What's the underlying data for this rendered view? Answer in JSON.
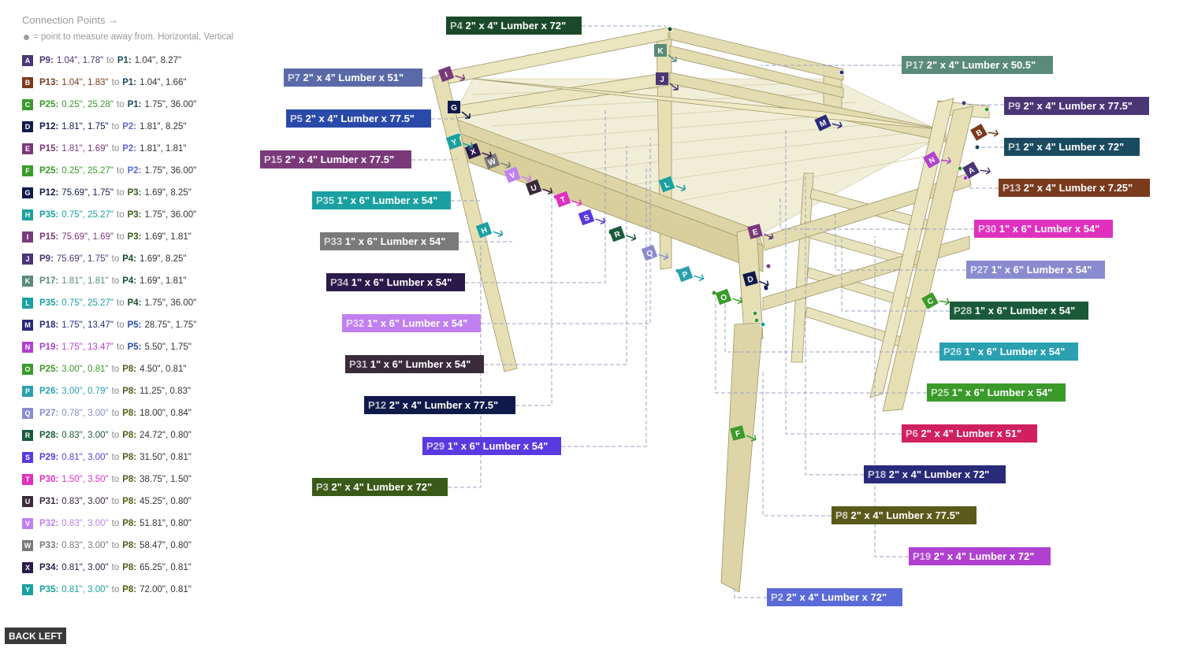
{
  "header": {
    "title": "Connection Points →",
    "legend_note": "= point to measure away from. Horizontal, Vertical"
  },
  "connections": [
    {
      "letter": "A",
      "color": "#4a3575",
      "from": "P9",
      "from_color": "#4a3575",
      "from_pos": "1.04\", 1.78\"",
      "to": "P1",
      "to_color": "#1a4a5f",
      "to_pos": "1.04\", 8.27\""
    },
    {
      "letter": "B",
      "color": "#7a3a1e",
      "from": "P13",
      "from_color": "#7a3a1e",
      "from_pos": "1.04\", 1.83\"",
      "to": "P1",
      "to_color": "#1a4a5f",
      "to_pos": "1.04\", 1.66\""
    },
    {
      "letter": "C",
      "color": "#3a9a2a",
      "from": "P25",
      "from_color": "#3a9a2a",
      "from_pos": "0.25\", 25.28\"",
      "to": "P1",
      "to_color": "#1a4a5f",
      "to_pos": "1.75\", 36.00\""
    },
    {
      "letter": "D",
      "color": "#101a4a",
      "from": "P12",
      "from_color": "#101a4a",
      "from_pos": "1.81\", 1.75\"",
      "to": "P2",
      "to_color": "#5a6ad8",
      "to_pos": "1.81\", 8.25\""
    },
    {
      "letter": "E",
      "color": "#7a3a7a",
      "from": "P15",
      "from_color": "#7a3a7a",
      "from_pos": "1.81\", 1.69\"",
      "to": "P2",
      "to_color": "#5a6ad8",
      "to_pos": "1.81\", 1.81\""
    },
    {
      "letter": "F",
      "color": "#3a9a2a",
      "from": "P25",
      "from_color": "#3a9a2a",
      "from_pos": "0.25\", 25.27\"",
      "to": "P2",
      "to_color": "#5a6ad8",
      "to_pos": "1.75\", 36.00\""
    },
    {
      "letter": "G",
      "color": "#101a4a",
      "from": "P12",
      "from_color": "#101a4a",
      "from_pos": "75.69\", 1.75\"",
      "to": "P3",
      "to_color": "#3a5a1a",
      "to_pos": "1.69\", 8.25\""
    },
    {
      "letter": "H",
      "color": "#1aa0a0",
      "from": "P35",
      "from_color": "#1aa0a0",
      "from_pos": "0.75\", 25.27\"",
      "to": "P3",
      "to_color": "#3a5a1a",
      "to_pos": "1.75\", 36.00\""
    },
    {
      "letter": "I",
      "color": "#7a3a7a",
      "from": "P15",
      "from_color": "#7a3a7a",
      "from_pos": "75.69\", 1.69\"",
      "to": "P3",
      "to_color": "#3a5a1a",
      "to_pos": "1.69\", 1.81\""
    },
    {
      "letter": "J",
      "color": "#4a3575",
      "from": "P9",
      "from_color": "#4a3575",
      "from_pos": "75.69\", 1.75\"",
      "to": "P4",
      "to_color": "#1a4a2a",
      "to_pos": "1.69\", 8.25\""
    },
    {
      "letter": "K",
      "color": "#5a8a7a",
      "from": "P17",
      "from_color": "#5a8a7a",
      "from_pos": "1.81\", 1.81\"",
      "to": "P4",
      "to_color": "#1a4a2a",
      "to_pos": "1.69\", 1.81\""
    },
    {
      "letter": "L",
      "color": "#1aa0a0",
      "from": "P35",
      "from_color": "#1aa0a0",
      "from_pos": "0.75\", 25.27\"",
      "to": "P4",
      "to_color": "#1a4a2a",
      "to_pos": "1.75\", 36.00\""
    },
    {
      "letter": "M",
      "color": "#2a2a7a",
      "from": "P18",
      "from_color": "#2a2a7a",
      "from_pos": "1.75\", 13.47\"",
      "to": "P5",
      "to_color": "#2a4aaa",
      "to_pos": "28.75\", 1.75\""
    },
    {
      "letter": "N",
      "color": "#b040d0",
      "from": "P19",
      "from_color": "#b040d0",
      "from_pos": "1.75\", 13.47\"",
      "to": "P5",
      "to_color": "#2a4aaa",
      "to_pos": "5.50\", 1.75\""
    },
    {
      "letter": "O",
      "color": "#3a9a2a",
      "from": "P25",
      "from_color": "#3a9a2a",
      "from_pos": "3.00\", 0.81\"",
      "to": "P8",
      "to_color": "#5a5a1a",
      "to_pos": "4.50\", 0.81\""
    },
    {
      "letter": "P",
      "color": "#2aa0b0",
      "from": "P26",
      "from_color": "#2aa0b0",
      "from_pos": "3.00\", 0.79\"",
      "to": "P8",
      "to_color": "#5a5a1a",
      "to_pos": "11.25\", 0.83\""
    },
    {
      "letter": "Q",
      "color": "#8a8ad0",
      "from": "P27",
      "from_color": "#8a8ad0",
      "from_pos": "0.78\", 3.00\"",
      "to": "P8",
      "to_color": "#5a5a1a",
      "to_pos": "18.00\", 0.84\""
    },
    {
      "letter": "R",
      "color": "#1a5a3a",
      "from": "P28",
      "from_color": "#1a5a3a",
      "from_pos": "0.83\", 3.00\"",
      "to": "P8",
      "to_color": "#5a5a1a",
      "to_pos": "24.72\", 0.80\""
    },
    {
      "letter": "S",
      "color": "#5a3ae0",
      "from": "P29",
      "from_color": "#5a3ae0",
      "from_pos": "0.81\", 3.00\"",
      "to": "P8",
      "to_color": "#5a5a1a",
      "to_pos": "31.50\", 0.81\""
    },
    {
      "letter": "T",
      "color": "#e030c0",
      "from": "P30",
      "from_color": "#e030c0",
      "from_pos": "1.50\", 3.50\"",
      "to": "P8",
      "to_color": "#5a5a1a",
      "to_pos": "38.75\", 1.50\""
    },
    {
      "letter": "U",
      "color": "#3a2a3a",
      "from": "P31",
      "from_color": "#3a2a3a",
      "from_pos": "0.83\", 3.00\"",
      "to": "P8",
      "to_color": "#5a5a1a",
      "to_pos": "45.25\", 0.80\""
    },
    {
      "letter": "V",
      "color": "#c080f0",
      "from": "P32",
      "from_color": "#c080f0",
      "from_pos": "0.83\", 3.00\"",
      "to": "P8",
      "to_color": "#5a5a1a",
      "to_pos": "51.81\", 0.80\""
    },
    {
      "letter": "W",
      "color": "#7a7a7a",
      "from": "P33",
      "from_color": "#7a7a7a",
      "from_pos": "0.83\", 3.00\"",
      "to": "P8",
      "to_color": "#5a5a1a",
      "to_pos": "58.47\", 0.80\""
    },
    {
      "letter": "X",
      "color": "#2a1a4a",
      "from": "P34",
      "from_color": "#2a1a4a",
      "from_pos": "0.81\", 3.00\"",
      "to": "P8",
      "to_color": "#5a5a1a",
      "to_pos": "65.25\", 0.81\""
    },
    {
      "letter": "Y",
      "color": "#1aa0a0",
      "from": "P35",
      "from_color": "#1aa0a0",
      "from_pos": "0.81\", 3.00\"",
      "to": "P8",
      "to_color": "#5a5a1a",
      "to_pos": "72.00\", 0.81\""
    }
  ],
  "parts": [
    {
      "id": "P4",
      "desc": "2\" x 4\" Lumber  x 72\"",
      "color": "#1a4a2a"
    },
    {
      "id": "P17",
      "desc": "2\" x 4\" Lumber  x 50.5\"",
      "color": "#5a8a7a"
    },
    {
      "id": "P7",
      "desc": "2\" x 4\" Lumber  x 51\"",
      "color": "#5a6aa8"
    },
    {
      "id": "P9",
      "desc": "2\" x 4\" Lumber  x 77.5\"",
      "color": "#4a3575"
    },
    {
      "id": "P5",
      "desc": "2\" x 4\" Lumber  x 77.5\"",
      "color": "#2a4aaa"
    },
    {
      "id": "P1",
      "desc": "2\" x 4\" Lumber  x 72\"",
      "color": "#1a4a5f"
    },
    {
      "id": "P15",
      "desc": "2\" x 4\" Lumber  x 77.5\"",
      "color": "#7a3a7a"
    },
    {
      "id": "P13",
      "desc": "2\" x 4\" Lumber  x 7.25\"",
      "color": "#7a3a1e"
    },
    {
      "id": "P35",
      "desc": "1\" x 6\" Lumber x 54\"",
      "color": "#1aa0a0"
    },
    {
      "id": "P30",
      "desc": "1\" x 6\" Lumber x 54\"",
      "color": "#e030c0"
    },
    {
      "id": "P33",
      "desc": "1\" x 6\" Lumber x 54\"",
      "color": "#7a7a7a"
    },
    {
      "id": "P27",
      "desc": "1\" x 6\" Lumber x 54\"",
      "color": "#8a8ad0"
    },
    {
      "id": "P34",
      "desc": "1\" x 6\" Lumber x 54\"",
      "color": "#2a1a4a"
    },
    {
      "id": "P28",
      "desc": "1\" x 6\" Lumber x 54\"",
      "color": "#1a5a3a"
    },
    {
      "id": "P32",
      "desc": "1\" x 6\" Lumber x 54\"",
      "color": "#c080f0"
    },
    {
      "id": "P26",
      "desc": "1\" x 6\" Lumber x 54\"",
      "color": "#2aa0b0"
    },
    {
      "id": "P31",
      "desc": "1\" x 6\" Lumber x 54\"",
      "color": "#3a2a3a"
    },
    {
      "id": "P25",
      "desc": "1\" x 6\" Lumber x 54\"",
      "color": "#3a9a2a"
    },
    {
      "id": "P12",
      "desc": "2\" x 4\" Lumber  x 77.5\"",
      "color": "#101a4a"
    },
    {
      "id": "P6",
      "desc": "2\" x 4\" Lumber  x 51\"",
      "color": "#d02060"
    },
    {
      "id": "P29",
      "desc": "1\" x 6\" Lumber x 54\"",
      "color": "#5a3ae0"
    },
    {
      "id": "P18",
      "desc": "2\" x 4\" Lumber  x 72\"",
      "color": "#2a2a7a"
    },
    {
      "id": "P3",
      "desc": "2\" x 4\" Lumber  x 72\"",
      "color": "#3a5a1a"
    },
    {
      "id": "P8",
      "desc": "2\" x 4\" Lumber  x 77.5\"",
      "color": "#5a5a1a"
    },
    {
      "id": "P19",
      "desc": "2\" x 4\" Lumber  x 72\"",
      "color": "#b040d0"
    },
    {
      "id": "P2",
      "desc": "2\" x 4\" Lumber  x 72\"",
      "color": "#5a6ad8"
    }
  ],
  "back_button": {
    "label": "BACK LEFT"
  }
}
